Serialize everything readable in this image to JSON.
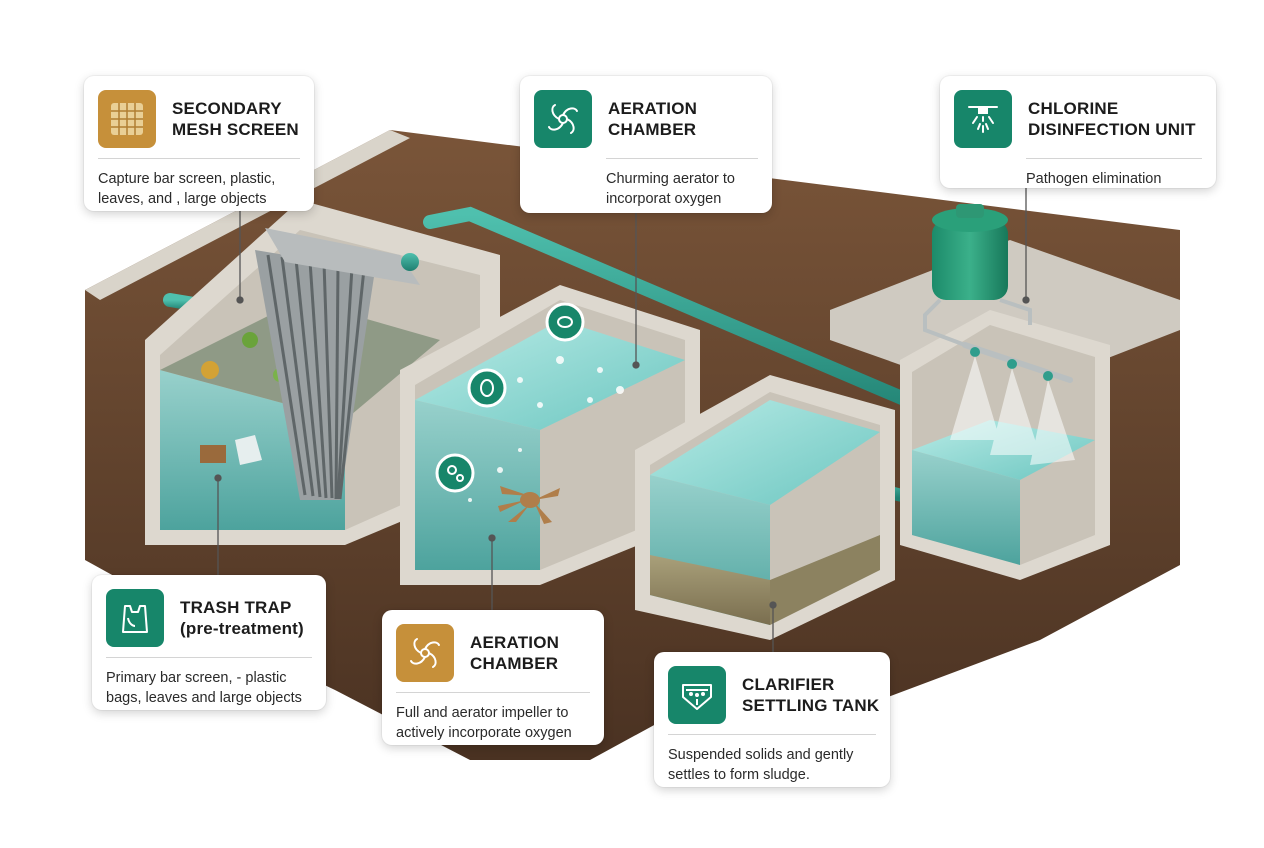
{
  "callouts": {
    "secondary_mesh_screen": {
      "title_line1": "SECONDARY",
      "title_line2": "MESH SCREEN",
      "desc_line1": "Capture bar screen, plastic,",
      "desc_line2": "leaves, and , large objects",
      "icon": "mesh-screen-icon"
    },
    "aeration_chamber_top": {
      "title_line1": "AERATION",
      "title_line2": "CHAMBER",
      "desc_line1": "Churming aerator to",
      "desc_line2": "incorporat oxygen",
      "icon": "aerator-swirl-icon"
    },
    "chlorine_unit": {
      "title_line1": "CHLORINE",
      "title_line2": "DISINFECTION UNIT",
      "desc_line1": "Pathogen elimination",
      "icon": "sprinkler-icon"
    },
    "trash_trap": {
      "title_line1": "TRASH TRAP",
      "title_line2": "(pre-treatment)",
      "desc_line1": "Primary bar screen, - plastic",
      "desc_line2": "bags, leaves and large objects",
      "icon": "plastic-bag-icon"
    },
    "aeration_chamber_bottom": {
      "title_line1": "AERATION",
      "title_line2": "CHAMBER",
      "desc_line1": "Full and aerator impeller to",
      "desc_line2": "actively incorporate oxygen",
      "icon": "impeller-icon"
    },
    "clarifier": {
      "title_line1": "CLARIFIER",
      "title_line2": "SETTLING TANK",
      "desc_line1": "Suspended solids and gently",
      "desc_line2": "settles to form sludge.",
      "icon": "settling-tank-icon"
    }
  },
  "colors": {
    "green": "#17866a",
    "gold": "#c6903a",
    "water": "#5fbcb8",
    "soil": "#6b4a33",
    "concrete": "#e3ded5",
    "pipe": "#2f9d8c"
  }
}
